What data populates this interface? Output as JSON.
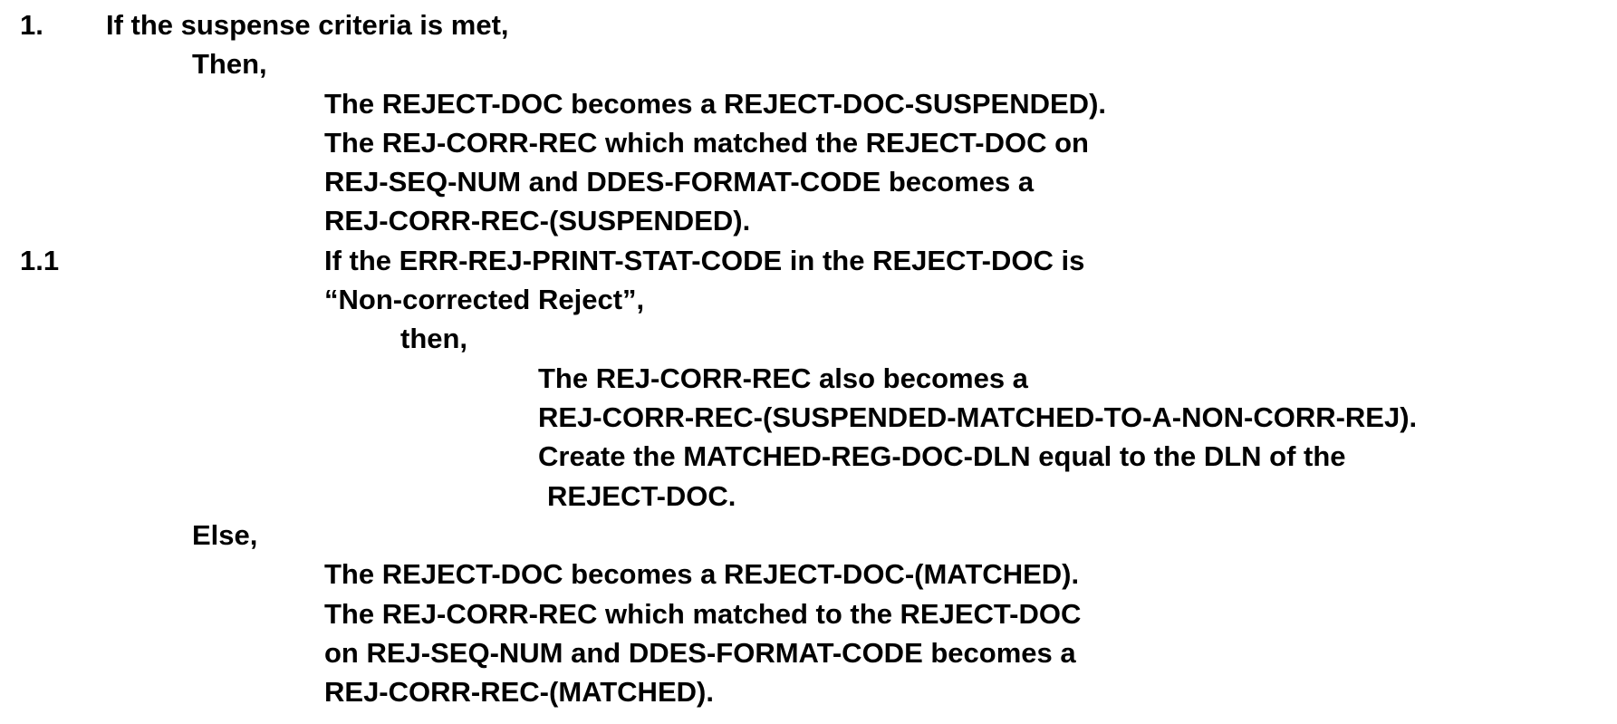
{
  "document": {
    "lines": [
      "1.",
      "If the suspense criteria is met,",
      "Then,",
      "The REJECT-DOC becomes a REJECT-DOC-SUSPENDED).",
      "The REJ-CORR-REC which matched the REJECT-DOC on",
      "REJ-SEQ-NUM and DDES-FORMAT-CODE becomes a",
      "REJ-CORR-REC-(SUSPENDED).",
      "1.1",
      "If the ERR-REJ-PRINT-STAT-CODE in the REJECT-DOC is",
      "“Non-corrected Reject”,",
      "then,",
      "The REJ-CORR-REC also becomes a",
      "REJ-CORR-REC-(SUSPENDED-MATCHED-TO-A-NON-CORR-REJ).",
      "Create the MATCHED-REG-DOC-DLN equal to the DLN of the",
      "REJECT-DOC.",
      "Else,",
      "The REJECT-DOC becomes a REJECT-DOC-(MATCHED).",
      "The REJ-CORR-REC which matched to the REJECT-DOC",
      "on REJ-SEQ-NUM and DDES-FORMAT-CODE becomes a",
      "REJ-CORR-REC-(MATCHED)."
    ]
  }
}
